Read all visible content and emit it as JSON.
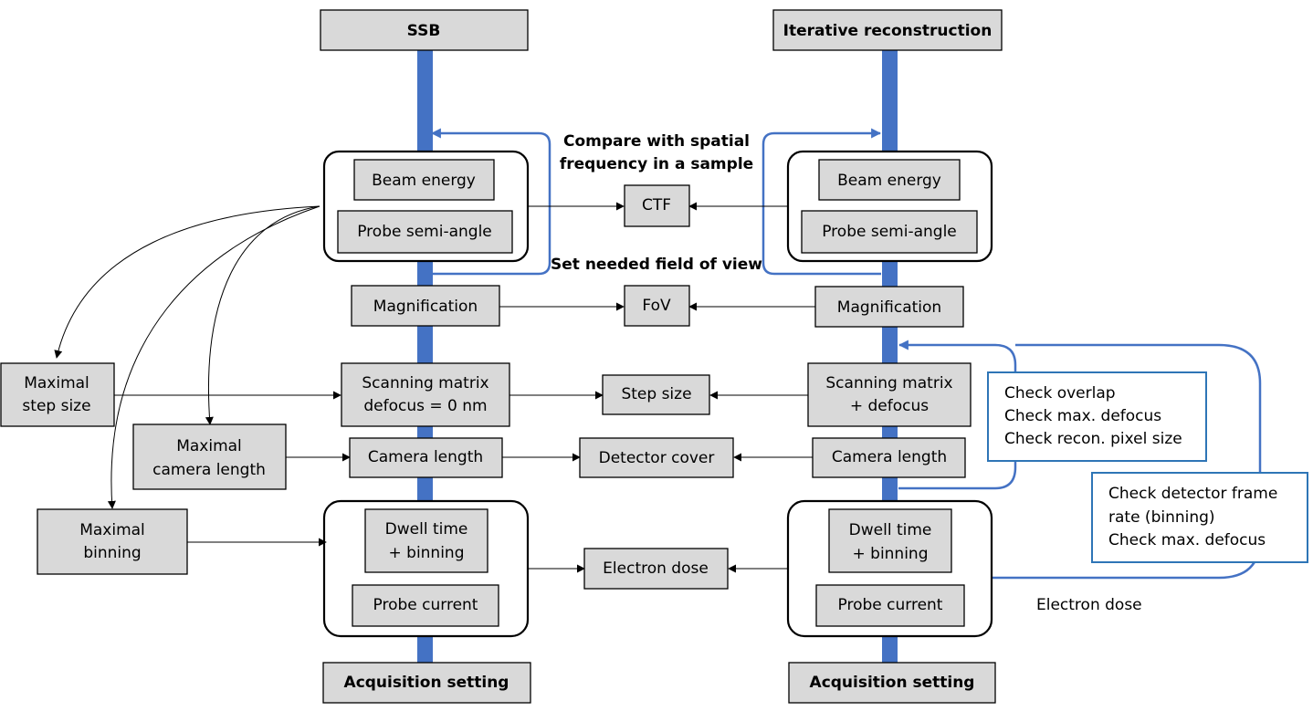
{
  "ssb": {
    "title": "SSB",
    "beam_energy": "Beam energy",
    "probe_semi_angle": "Probe semi-angle",
    "magnification": "Magnification",
    "scanning_matrix_line1": "Scanning matrix",
    "scanning_matrix_line2": "defocus = 0 nm",
    "camera_length": "Camera length",
    "dwell_time_line1": "Dwell time",
    "dwell_time_line2": "+ binning",
    "probe_current": "Probe current",
    "acquisition": "Acquisition setting"
  },
  "iterative": {
    "title": "Iterative reconstruction",
    "beam_energy": "Beam energy",
    "probe_semi_angle": "Probe semi-angle",
    "magnification": "Magnification",
    "scanning_matrix_line1": "Scanning matrix",
    "scanning_matrix_line2": "+ defocus",
    "camera_length": "Camera length",
    "dwell_time_line1": "Dwell time",
    "dwell_time_line2": "+ binning",
    "probe_current": "Probe current",
    "acquisition": "Acquisition setting"
  },
  "middle": {
    "ctf_heading_line1": "Compare with spatial",
    "ctf_heading_line2": "frequency in a sample",
    "ctf": "CTF",
    "fov_heading": "Set needed field of view",
    "fov": "FoV",
    "step_size": "Step size",
    "detector_cover": "Detector cover",
    "electron_dose": "Electron dose"
  },
  "left": {
    "max_step_line1": "Maximal",
    "max_step_line2": "step size",
    "max_camera_line1": "Maximal",
    "max_camera_line2": "camera length",
    "max_binning_line1": "Maximal",
    "max_binning_line2": "binning"
  },
  "notes": {
    "overlap_line1": "Check overlap",
    "overlap_line2": "Check max. defocus",
    "overlap_line3": "Check recon. pixel size",
    "frame_line1": "Check detector frame",
    "frame_line2": "rate (binning)",
    "frame_line3": "Check max. defocus",
    "electron_dose_label": "Electron dose"
  }
}
